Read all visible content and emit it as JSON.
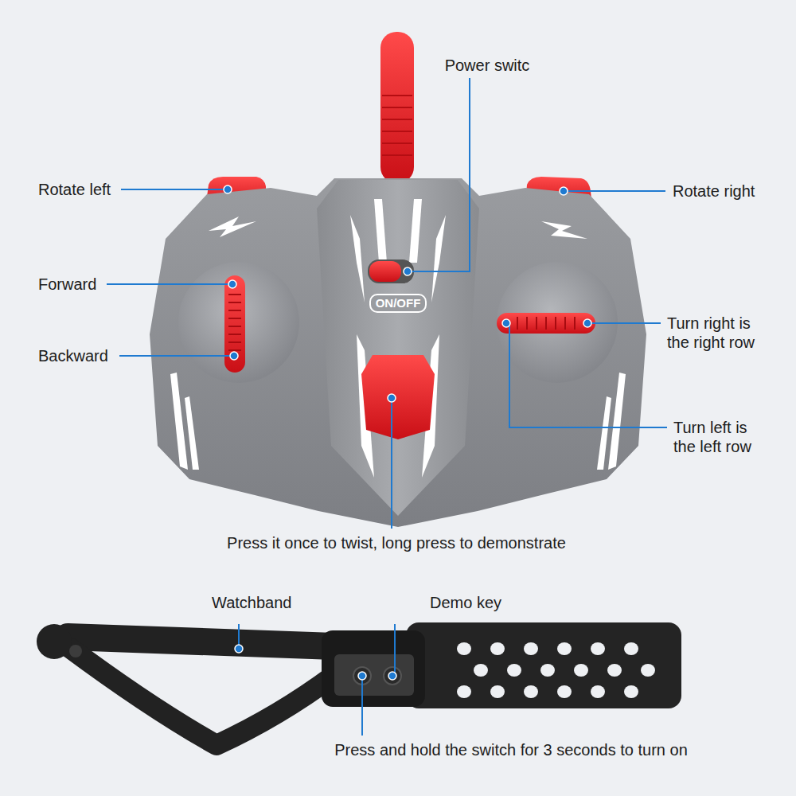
{
  "diagram": {
    "labels": [
      "Power switc",
      "Rotate left",
      "Rotate right",
      "Forward",
      "ON/OFF",
      "Backward",
      "Turn right is the right row",
      "Turn left is the left row",
      "Press it once to twist, long press to demonstrate",
      "Watchband",
      "Demo key",
      "Press and hold the switch for 3 seconds to turn on"
    ]
  }
}
